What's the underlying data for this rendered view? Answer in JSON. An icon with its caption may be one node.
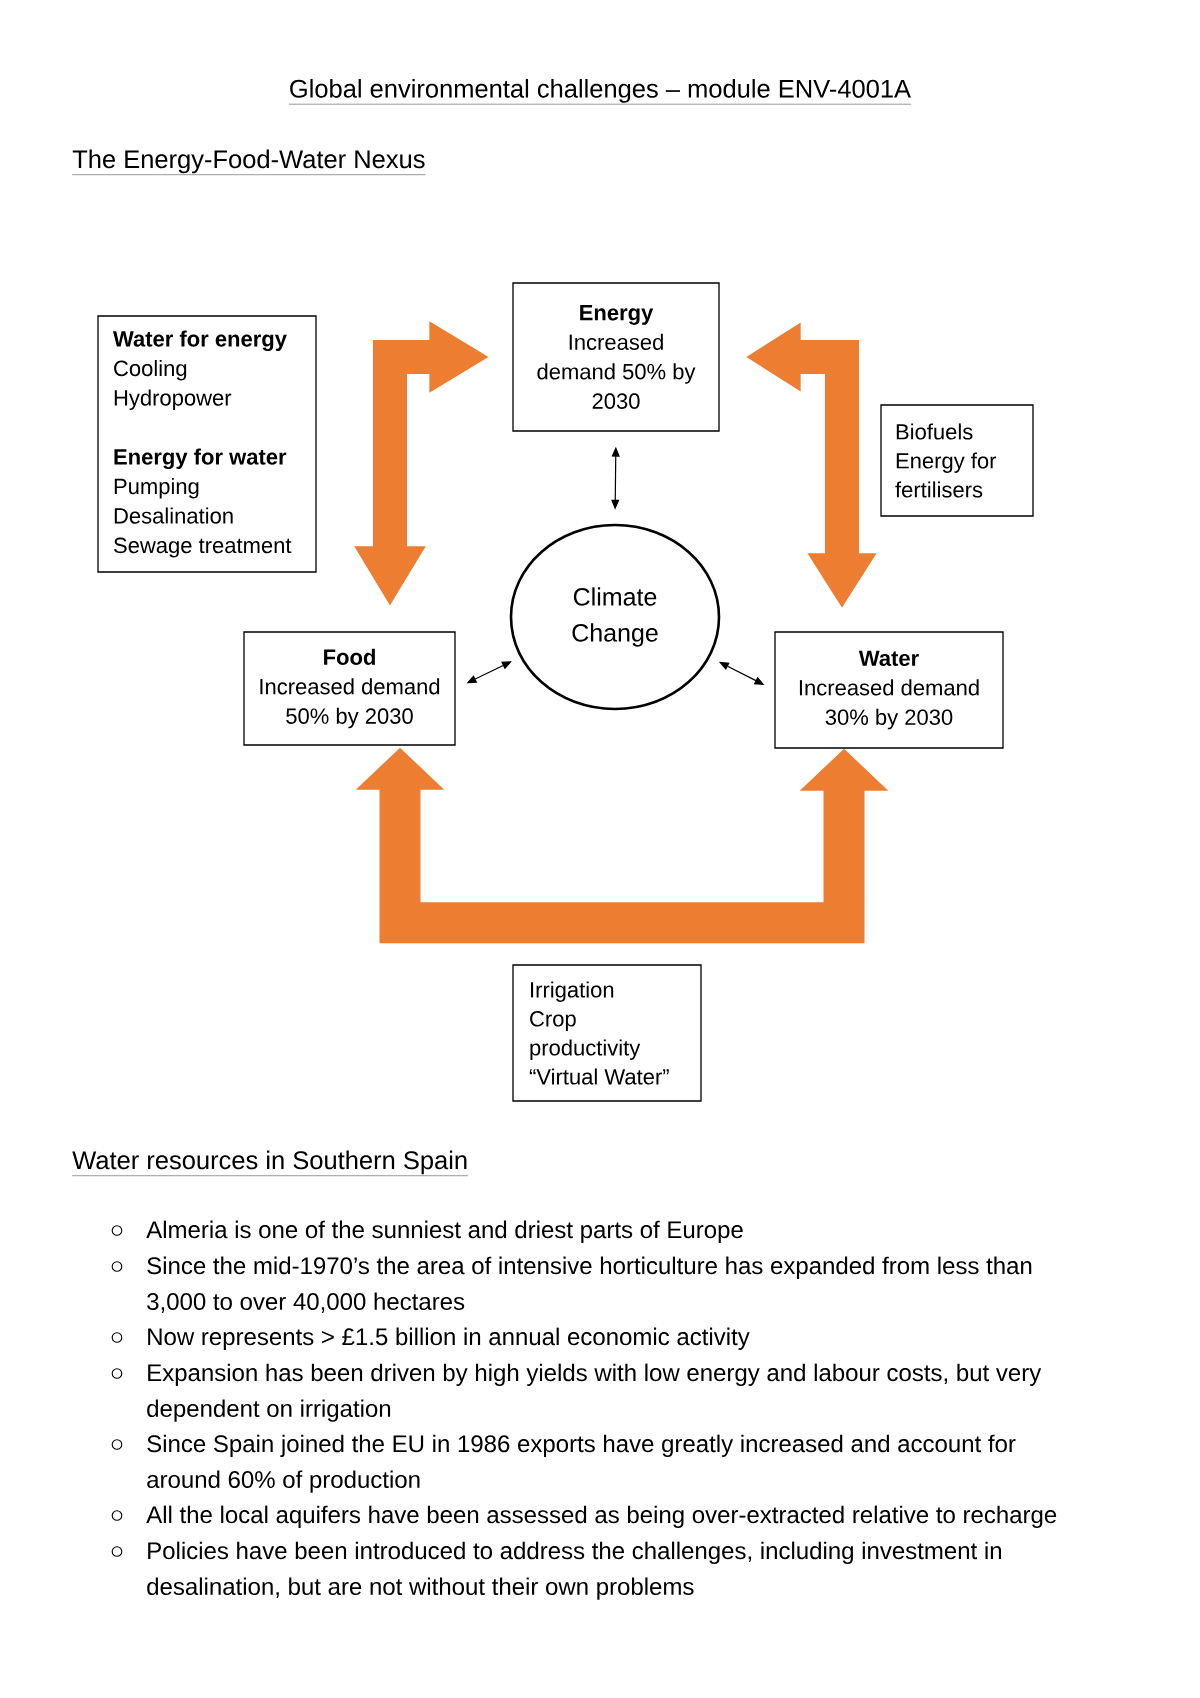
{
  "diagram": {
    "title": "Global environmental challenges – module ENV-4001A",
    "nodes": [
      {
        "text": [
          "Energy",
          "Increased demand 50% by 2030"
        ]
      },
      {
        "text": [
          "Water for energy",
          "Cooling",
          "Hydropower",
          "Energy for water",
          "Pumping",
          "Desalination",
          "Sewage treatment"
        ]
      },
      {
        "text": [
          "Biofuels",
          "Energy for fertilisers"
        ]
      },
      {
        "text": [
          "Climate Change"
        ]
      },
      {
        "text": [
          "Food",
          "Increased demand 50% by 2030"
        ]
      },
      {
        "text": [
          "Water",
          "Increased demand 30% by 2030"
        ]
      },
      {
        "text": [
          "Irrigation",
          "Crop productivity",
          "“Virtual Water”"
        ]
      }
    ],
    "edges": [
      {
        "from": 0,
        "to": 4,
        "arrow": "both",
        "style": "thick",
        "color": "#ed7d31"
      },
      {
        "from": 0,
        "to": 5,
        "arrow": "both",
        "style": "thick",
        "color": "#ed7d31"
      },
      {
        "from": 4,
        "to": 5,
        "arrow": "both",
        "style": "thick",
        "color": "#ed7d31"
      },
      {
        "from": 0,
        "to": 3,
        "arrow": "both",
        "color": "#000000"
      },
      {
        "from": 3,
        "to": 4,
        "arrow": "both",
        "color": "#000000"
      },
      {
        "from": 3,
        "to": 5,
        "arrow": "both",
        "color": "#000000"
      }
    ],
    "labels": [
      "The Energy-Food-Water Nexus",
      "Water resources in Southern Spain",
      "Almeria is one of the sunniest and driest parts of Europe",
      "Since the mid-1970’s the area of intensive horticulture has expanded from less than 3,000 to over 40,000 hectares",
      "Now represents > £1.5 billion in annual economic activity",
      "Expansion has been driven by high yields with low energy and labour costs, but very dependent on irrigation",
      "Since Spain joined the EU in 1986 exports have greatly increased and account for around 60% of production",
      "All the local aquifers have been assessed as being over-extracted relative to recharge",
      "Policies have been introduced to address the challenges, including investment in desalination, but are not without their own problems"
    ]
  }
}
